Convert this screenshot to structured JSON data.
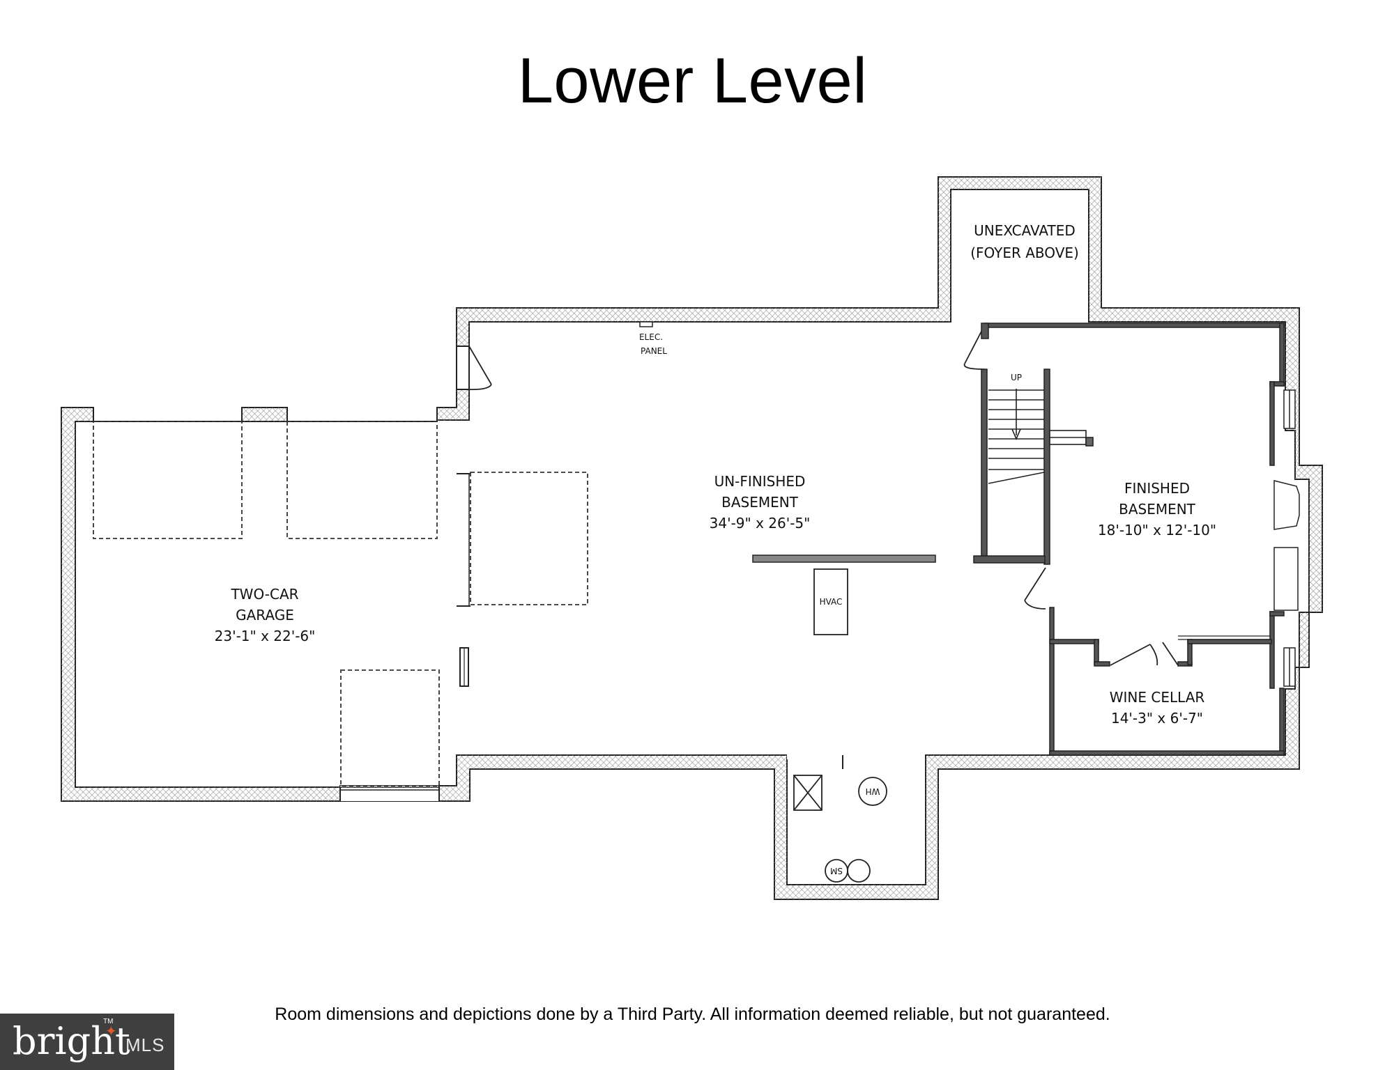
{
  "title": "Lower Level",
  "rooms": {
    "garage": {
      "line1": "TWO-CAR",
      "line2": "GARAGE",
      "dims": "23'-1\" x 22'-6\""
    },
    "unfinished": {
      "line1": "UN-FINISHED",
      "line2": "BASEMENT",
      "dims": "34'-9\" x 26'-5\""
    },
    "finished": {
      "line1": "FINISHED",
      "line2": "BASEMENT",
      "dims": "18'-10\" x 12'-10\""
    },
    "wine": {
      "line1": "WINE CELLAR",
      "dims": "14'-3\" x 6'-7\""
    },
    "unexcavated": {
      "line1": "UNEXCAVATED",
      "line2": "(FOYER ABOVE)"
    }
  },
  "fixtures": {
    "elec_line1": "ELEC.",
    "elec_line2": "PANEL",
    "stairs": "UP",
    "hvac": "HVAC",
    "water_heater": "WH",
    "sump": "SM"
  },
  "disclaimer": "Room dimensions and depictions done by a Third Party. All information deemed reliable, but not guaranteed.",
  "logo": {
    "brand": "bright",
    "suffix": "MLS",
    "tm": "TM"
  },
  "colors": {
    "wall_outline": "#222222",
    "wall_hatch": "#9a9a9a",
    "interior_wall": "#444444",
    "logo_bg": "#3f3f3f",
    "logo_accent": "#e05a2b"
  }
}
